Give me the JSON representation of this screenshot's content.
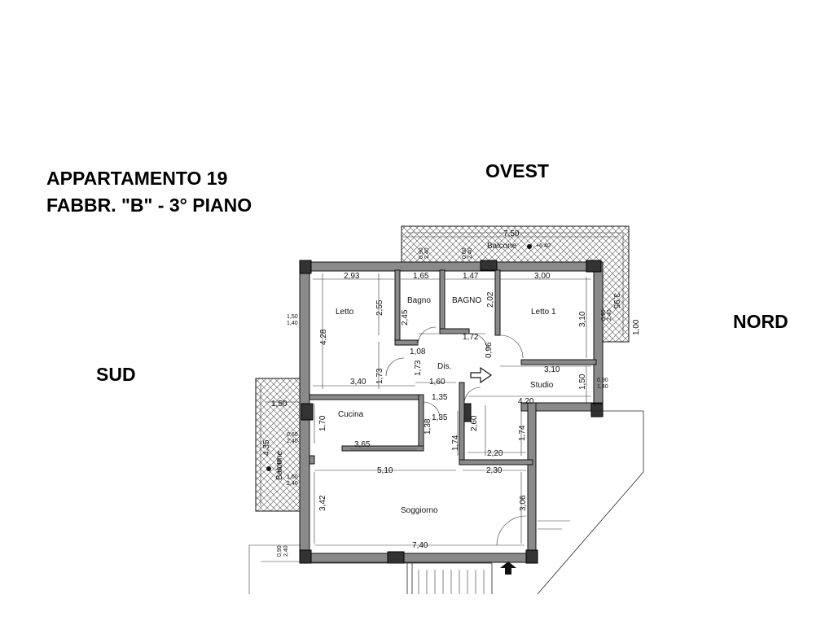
{
  "title": {
    "line1": "APPARTAMENTO 19",
    "line2": "FABBR. \"B\" - 3° PIANO"
  },
  "orientation": {
    "west": "OVEST",
    "north": "NORD",
    "south": "SUD"
  },
  "rooms": {
    "letto": "Letto",
    "bagno": "Bagno",
    "bagno2": "BAGNO",
    "letto1": "Letto 1",
    "dis": "Dis.",
    "studio": "Studio",
    "cucina": "Cucina",
    "soggiorno": "Soggiorno",
    "balcone_top": "Balcone",
    "balcone_left": "Balcone"
  },
  "dimensions": {
    "d750": "7,50",
    "d293": "2,93",
    "d165": "1,65",
    "d147": "1,47",
    "d300": "3,00",
    "d428": "4,28",
    "d255": "2,55",
    "d245": "2,45",
    "d202": "2,02",
    "d310v": "3,10",
    "d395": "3,95",
    "d172": "1,72",
    "d108": "1,08",
    "d096": "0,96",
    "d310h": "3,10",
    "d173a": "1,73",
    "d173b": "1,73",
    "d340": "3,40",
    "d160": "1,60",
    "d150v": "1,50",
    "d420": "4,20",
    "d135a": "1,35",
    "d135b": "1,35",
    "d150h": "1,50",
    "d170": "1,70",
    "d138": "1,38",
    "d260": "2,60",
    "d174a": "1,74",
    "d174b": "1,74",
    "d365": "3,65",
    "d220": "2,20",
    "d435": "4,35",
    "d510": "5,10",
    "d230": "2,30",
    "d342": "3,42",
    "d306": "3,06",
    "d740": "7,40",
    "d100": "1,00"
  },
  "window_labels": {
    "w150_140": [
      "1,50",
      "1,40"
    ],
    "w090_140": [
      "0,90",
      "1,40"
    ],
    "w090_240a": [
      "0,90",
      "2,40"
    ],
    "w090_240b": [
      "0,90",
      "2,40"
    ],
    "w060_240": [
      "0,60",
      "2,40"
    ],
    "w160_240": [
      "1,60",
      "2,40"
    ],
    "w090_240c": [
      "0,90",
      "2,40"
    ],
    "w060_240b": [
      "0,60",
      "2,40"
    ]
  },
  "levels": {
    "top_balcony": "+6.40",
    "left_balcony": "+6.40"
  },
  "colors": {
    "wall_fill": "#8a8a8a",
    "column_fill": "#333333",
    "hatch": "#555555"
  }
}
